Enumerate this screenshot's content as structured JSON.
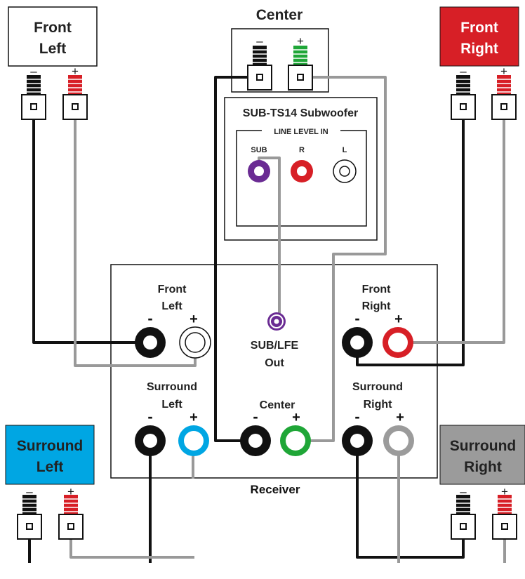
{
  "speakers": {
    "front_left": {
      "line1": "Front",
      "line2": "Left"
    },
    "front_right": {
      "line1": "Front",
      "line2": "Right"
    },
    "center": {
      "label": "Center"
    },
    "surround_left": {
      "line1": "Surround",
      "line2": "Left"
    },
    "surround_right": {
      "line1": "Surround",
      "line2": "Right"
    },
    "minus": "–",
    "plus": "+"
  },
  "subwoofer": {
    "title": "SUB-TS14 Subwoofer",
    "line_level_in": "LINE LEVEL IN",
    "jacks": [
      "SUB",
      "R",
      "L"
    ]
  },
  "receiver": {
    "label": "Receiver",
    "front_left": {
      "line1": "Front",
      "line2": "Left"
    },
    "front_right": {
      "line1": "Front",
      "line2": "Right"
    },
    "sub_lfe": {
      "line1": "SUB/LFE",
      "line2": "Out"
    },
    "surround_left": {
      "line1": "Surround",
      "line2": "Left"
    },
    "center": {
      "label": "Center"
    },
    "surround_right": {
      "line1": "Surround",
      "line2": "Right"
    },
    "minus": "-",
    "plus": "+"
  },
  "colors": {
    "front_right": "#d71f26",
    "surround_left": "#00a6e3",
    "surround_right": "#9b9b9b",
    "center_plus": "#1fa637",
    "sub": "#6a2b93",
    "black_wire": "#111111",
    "gray_wire": "#999999"
  }
}
